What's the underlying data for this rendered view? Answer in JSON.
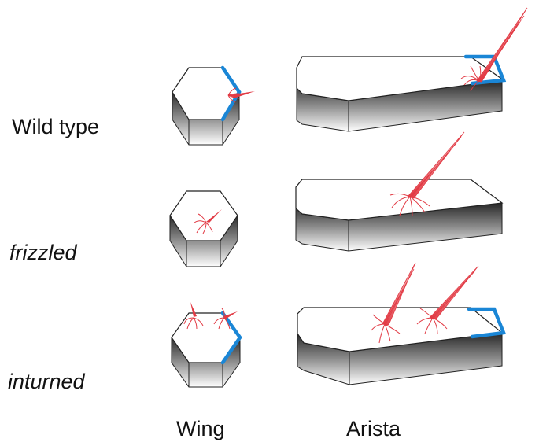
{
  "rows": [
    {
      "label": "Wild type",
      "italic": false
    },
    {
      "label": "frizzled",
      "italic": true
    },
    {
      "label": "inturned",
      "italic": true
    }
  ],
  "columns": [
    {
      "label": "Wing"
    },
    {
      "label": "Arista"
    }
  ],
  "colors": {
    "outline": "#222222",
    "polarity_edge": "#1a86d6",
    "hair": "#e23a44",
    "hair_fill": "#f6b3b7",
    "side_dark": "#2a2a2a",
    "side_light": "#ffffff"
  },
  "icons": [
    "hexagonal-cell-icon",
    "coffin-shaped-cell-icon",
    "hair-tuft-icon"
  ]
}
